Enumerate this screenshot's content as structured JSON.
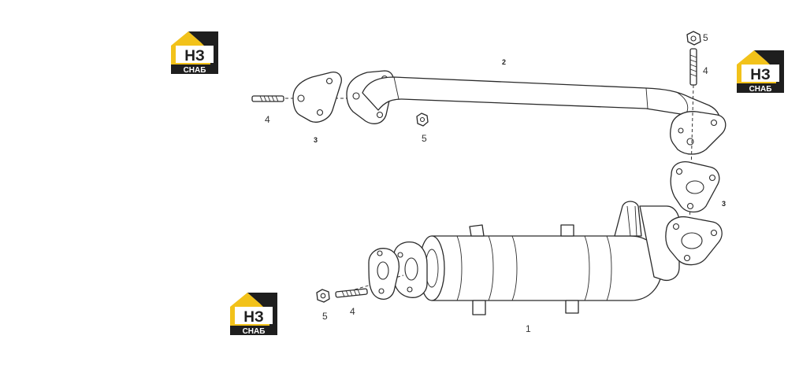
{
  "brand": {
    "logo_letters": "НЗ",
    "logo_caption": "СНАБ",
    "colors": {
      "yellow": "#f2c21a",
      "dark": "#1e1e1e",
      "light": "#ffffff"
    }
  },
  "callouts": {
    "part_1": "1",
    "part_2": "2",
    "part_3_top": "3",
    "part_3_right": "3",
    "part_4_left": "4",
    "part_4_right": "4",
    "part_4_bottom": "4",
    "part_5_mid": "5",
    "part_5_right": "5",
    "part_5_bottom": "5"
  }
}
